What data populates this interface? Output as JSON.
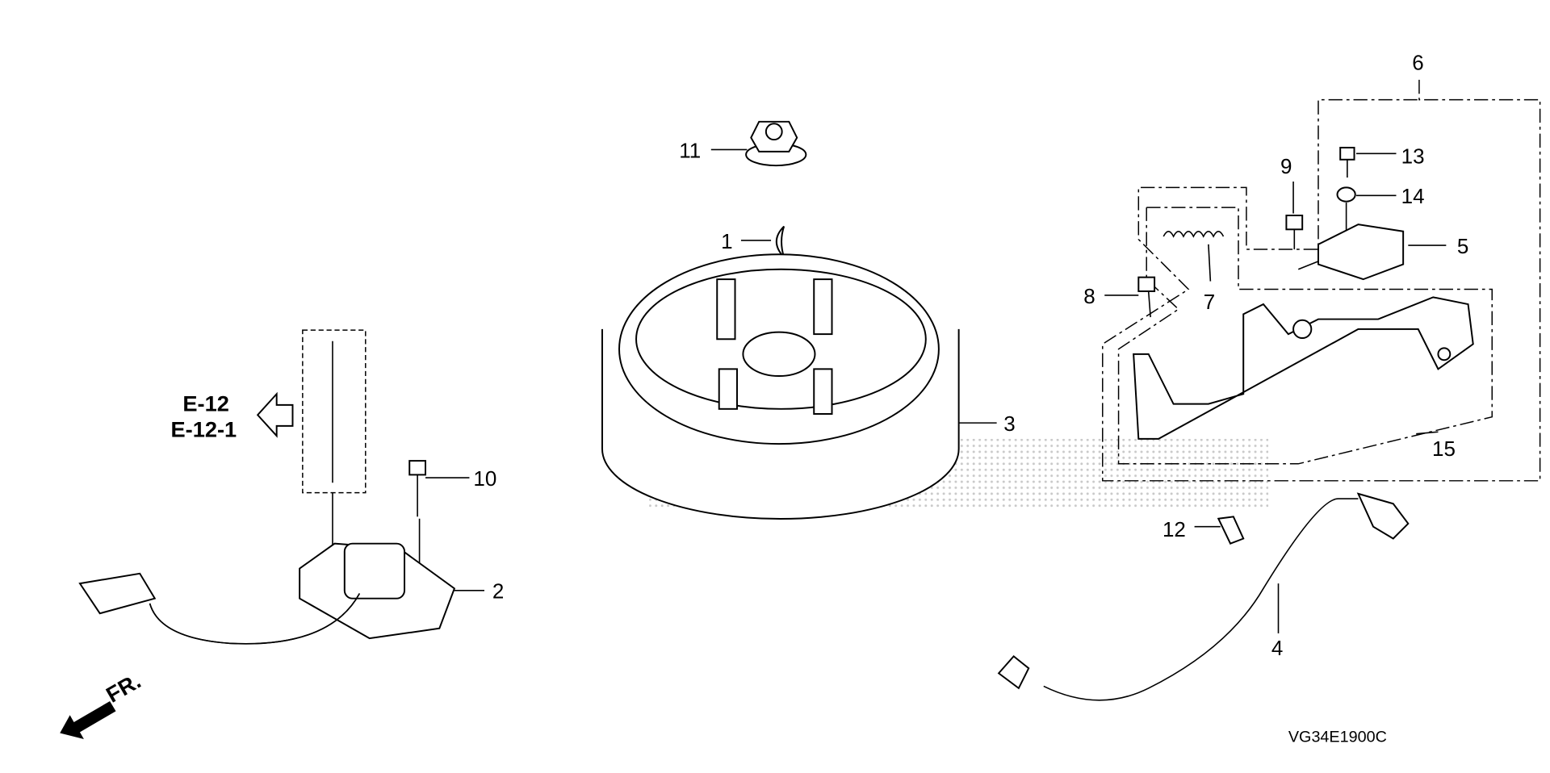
{
  "diagram": {
    "code": "VG34E1900C",
    "reference": {
      "line1": "E-12",
      "line2": "E-12-1"
    },
    "front_label": "FR.",
    "callouts": {
      "p1": "1",
      "p2": "2",
      "p3": "3",
      "p4": "4",
      "p5": "5",
      "p6": "6",
      "p7": "7",
      "p8": "8",
      "p9": "9",
      "p10": "10",
      "p11": "11",
      "p12": "12",
      "p13": "13",
      "p14": "14",
      "p15": "15"
    }
  }
}
